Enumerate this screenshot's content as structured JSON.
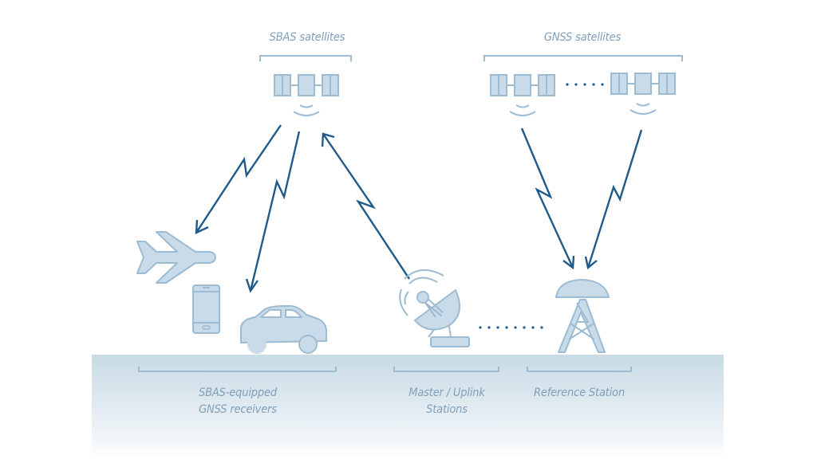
{
  "diagram": {
    "title": "SBAS architecture",
    "colors": {
      "icon_fill": "#c9dbe8",
      "icon_stroke": "#9dbbd3",
      "arrow": "#1f5a8a",
      "label": "#7f9fba",
      "bracket": "#9dbbd3",
      "ground_top": "#c9dbe6"
    },
    "labels": {
      "sbas_satellites": "SBAS satellites",
      "gnss_satellites": "GNSS satellites",
      "receivers_line1": "SBAS-equipped",
      "receivers_line2": "GNSS receivers",
      "master_line1": "Master / Uplink",
      "master_line2": "Stations",
      "reference_station": "Reference Station"
    },
    "nodes": [
      {
        "id": "sbas-satellite",
        "icon": "satellite-icon",
        "group": "SBAS satellites"
      },
      {
        "id": "gnss-satellite-1",
        "icon": "satellite-icon",
        "group": "GNSS satellites"
      },
      {
        "id": "gnss-satellite-2",
        "icon": "satellite-icon",
        "group": "GNSS satellites"
      },
      {
        "id": "airplane",
        "icon": "airplane-icon",
        "group": "SBAS-equipped GNSS receivers"
      },
      {
        "id": "smartphone",
        "icon": "smartphone-icon",
        "group": "SBAS-equipped GNSS receivers"
      },
      {
        "id": "car",
        "icon": "car-icon",
        "group": "SBAS-equipped GNSS receivers"
      },
      {
        "id": "uplink-dish",
        "icon": "satellite-dish-icon",
        "group": "Master / Uplink Stations"
      },
      {
        "id": "reference-station",
        "icon": "antenna-tower-icon",
        "group": "Reference Station"
      }
    ],
    "links": [
      {
        "from": "sbas-satellite",
        "to": "airplane",
        "style": "lightning-arrow"
      },
      {
        "from": "sbas-satellite",
        "to": "car",
        "style": "lightning-arrow"
      },
      {
        "from": "uplink-dish",
        "to": "sbas-satellite",
        "style": "lightning-arrow"
      },
      {
        "from": "gnss-satellite-1",
        "to": "reference-station",
        "style": "lightning-arrow"
      },
      {
        "from": "gnss-satellite-2",
        "to": "reference-station",
        "style": "lightning-arrow"
      },
      {
        "from": "reference-station",
        "to": "uplink-dish",
        "style": "dotted"
      },
      {
        "from": "gnss-satellite-1",
        "to": "gnss-satellite-2",
        "style": "dotted"
      }
    ]
  }
}
